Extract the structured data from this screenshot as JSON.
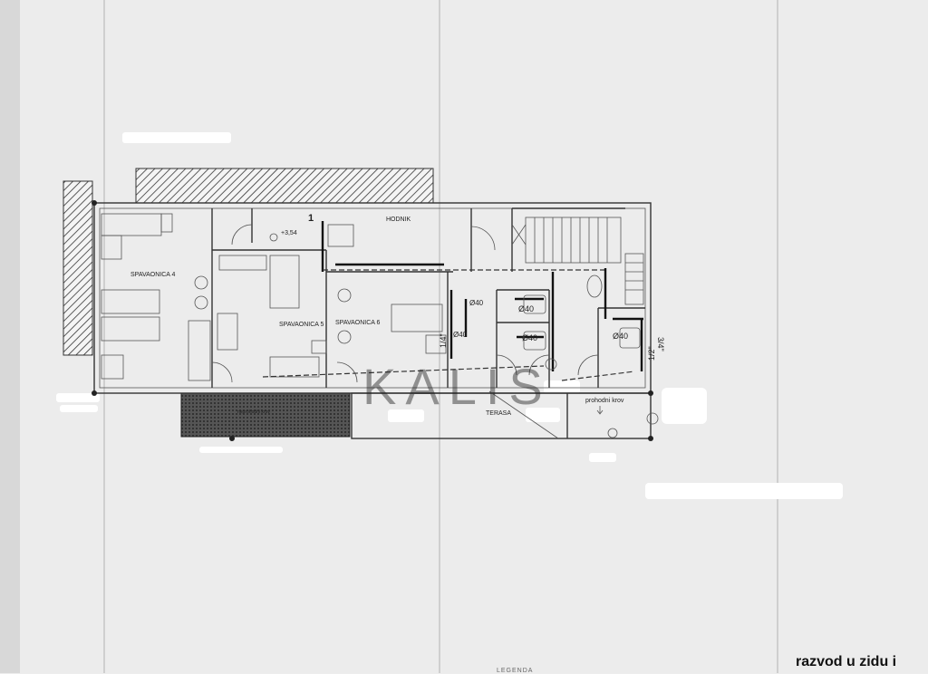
{
  "drawing": {
    "rooms": [
      {
        "id": "spavaonica-4",
        "label": "SPAVAONICA 4"
      },
      {
        "id": "spavaonica-5",
        "label": "SPAVAONICA 5"
      },
      {
        "id": "spavaonica-6",
        "label": "SPAVAONICA 6"
      },
      {
        "id": "hodnik",
        "label": "HODNIK"
      },
      {
        "id": "terasa",
        "label": "TERASA"
      },
      {
        "id": "prohodni-krov",
        "label": "prohodni krov"
      },
      {
        "id": "neprohodni-krov",
        "label": "neprohodni krov"
      }
    ],
    "annotations": {
      "section_marker": "1",
      "elevation": "+3,54",
      "pipe_d40_a": "Ø40",
      "pipe_d40_b": "Ø40",
      "pipe_d40_c": "Ø40",
      "pipe_d40_d": "Ø40",
      "pipe_d40_e": "Ø40",
      "dim_quarter": "1/4\"",
      "dim_three_quarter": "3/4\"",
      "dim_half": "1/2\""
    },
    "watermark": "KALIS",
    "footer_title": "razvod u zidu i",
    "legend_heading": "LEGENDA"
  }
}
